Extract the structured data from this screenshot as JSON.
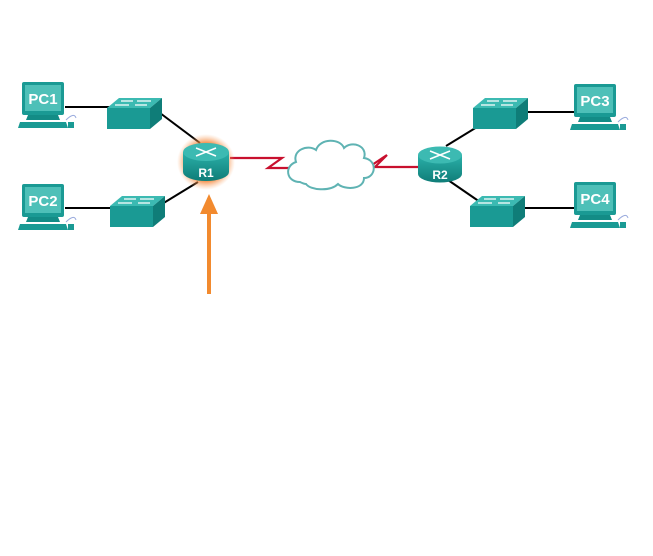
{
  "devices": {
    "pc1": {
      "label": "PC1"
    },
    "pc2": {
      "label": "PC2"
    },
    "pc3": {
      "label": "PC3"
    },
    "pc4": {
      "label": "PC4"
    },
    "r1": {
      "label": "R1",
      "highlighted": true
    },
    "r2": {
      "label": "R2"
    }
  },
  "colors": {
    "device_teal": "#1a9a94",
    "device_dark": "#0e6f6b",
    "ethernet_link": "#000000",
    "serial_link": "#c8102e",
    "cloud_outline": "#5fb3b3",
    "highlight_arrow": "#f28a2e"
  }
}
